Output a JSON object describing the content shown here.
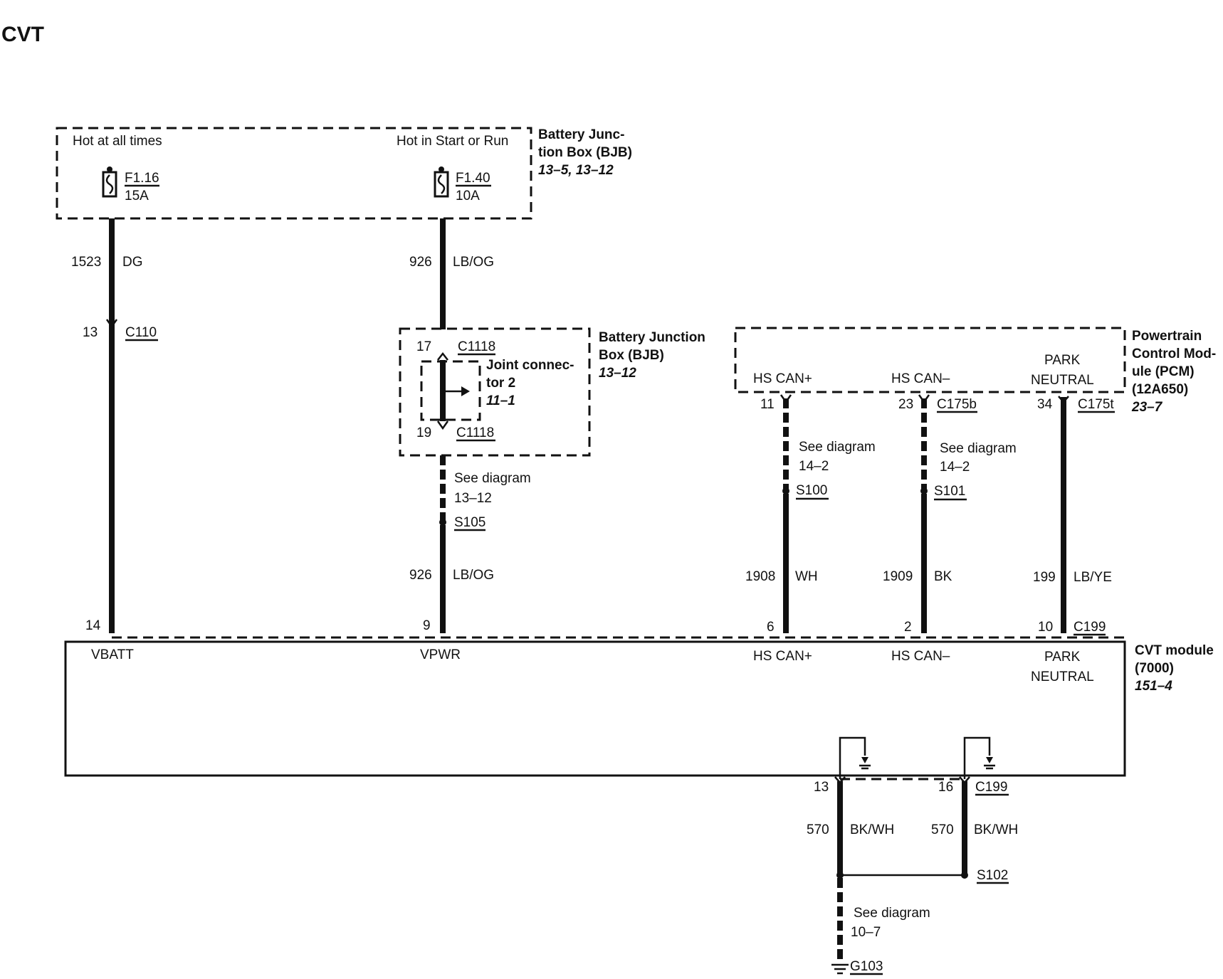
{
  "title": "CVT",
  "bjb_top": {
    "left_label": "Hot at all times",
    "right_label": "Hot in Start or Run",
    "name_1": "Battery Junc-",
    "name_2": "tion Box (BJB)",
    "ref": "13–5, 13–12",
    "fuse1_id": "F1.16",
    "fuse1_rating": "15A",
    "fuse2_id": "F1.40",
    "fuse2_rating": "10A"
  },
  "wire_vbatt": {
    "circuit": "1523",
    "color": "DG",
    "c110_pin": "13",
    "c110": "C110",
    "module_pin": "14",
    "module_label": "VBATT"
  },
  "wire_vpwr": {
    "circuit_top": "926",
    "color_top": "LB/OG",
    "pin17": "17",
    "c1118_a": "C1118",
    "pin19": "19",
    "c1118_b": "C1118",
    "see_1": "See diagram",
    "see_2": "13–12",
    "splice": "S105",
    "circuit_bottom": "926",
    "color_bottom": "LB/OG",
    "module_pin": "9",
    "module_label": "VPWR"
  },
  "bjb_mid": {
    "name_1": "Battery Junction",
    "name_2": "Box (BJB)",
    "ref": "13–12",
    "joint_1": "Joint connec-",
    "joint_2": "tor 2",
    "joint_ref": "11–1"
  },
  "pcm": {
    "name_1": "Powertrain",
    "name_2": "Control Mod-",
    "name_3": "ule (PCM)",
    "name_4": "(12A650)",
    "ref": "23–7",
    "hs_can_plus": "HS CAN+",
    "hs_can_minus": "HS CAN–",
    "park": "PARK",
    "neutral": "NEUTRAL"
  },
  "can_plus": {
    "pcm_pin": "11",
    "see_1": "See diagram",
    "see_2": "14–2",
    "splice": "S100",
    "circuit": "1908",
    "color": "WH",
    "module_pin": "6"
  },
  "can_minus": {
    "pcm_pin": "23",
    "connector": "C175b",
    "see_1": "See diagram",
    "see_2": "14–2",
    "splice": "S101",
    "circuit": "1909",
    "color": "BK",
    "module_pin": "2"
  },
  "park_neutral": {
    "pcm_pin": "34",
    "connector": "C175t",
    "circuit": "199",
    "color": "LB/YE",
    "module_pin": "10",
    "module_connector": "C199"
  },
  "cvt_module": {
    "name_1": "CVT module",
    "name_2": "(7000)",
    "ref": "151–4",
    "vbatt": "VBATT",
    "vpwr": "VPWR",
    "hs_can_plus": "HS CAN+",
    "hs_can_minus": "HS CAN–",
    "park": "PARK",
    "neutral": "NEUTRAL"
  },
  "ground": {
    "pin_a": "13",
    "pin_b": "16",
    "connector": "C199",
    "circuit_a": "570",
    "color_a": "BK/WH",
    "circuit_b": "570",
    "color_b": "BK/WH",
    "splice": "S102",
    "see_1": "See diagram",
    "see_2": "10–7",
    "ground_point": "G103"
  }
}
